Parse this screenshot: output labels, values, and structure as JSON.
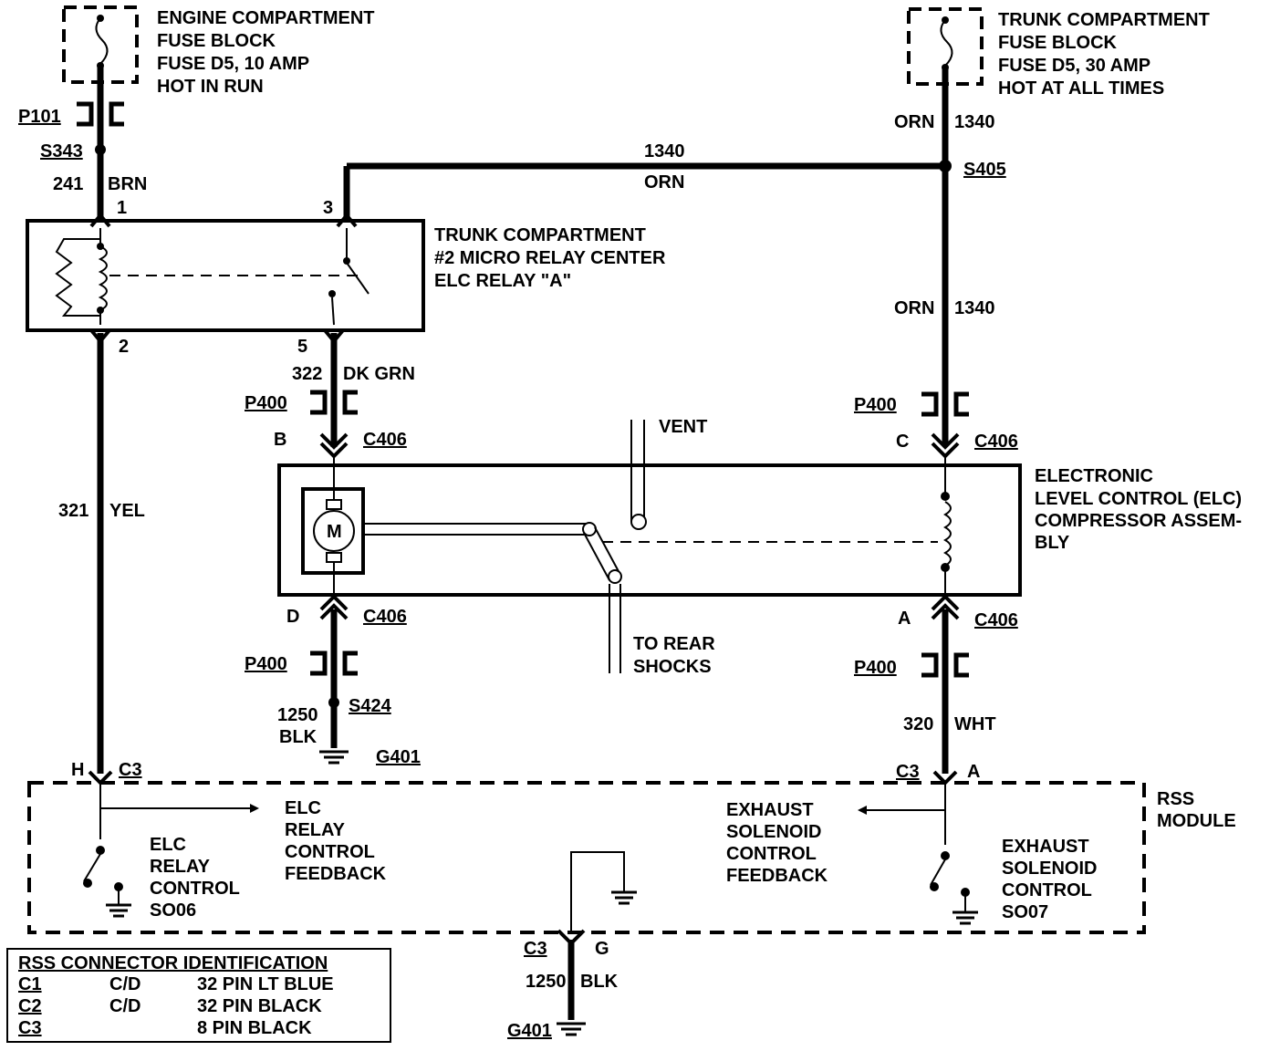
{
  "fuse_left": {
    "lines": [
      "ENGINE COMPARTMENT",
      "FUSE BLOCK",
      "FUSE D5, 10 AMP",
      "HOT IN RUN"
    ]
  },
  "fuse_right": {
    "lines": [
      "TRUNK COMPARTMENT",
      "FUSE BLOCK",
      "FUSE D5, 30 AMP",
      "HOT AT ALL TIMES"
    ]
  },
  "relay_center": {
    "lines": [
      "TRUNK COMPARTMENT",
      "#2 MICRO RELAY CENTER",
      "ELC  RELAY \"A\""
    ]
  },
  "compressor": {
    "lines": [
      "ELECTRONIC",
      "LEVEL CONTROL (ELC)",
      "COMPRESSOR ASSEM-",
      "BLY"
    ],
    "motor_label": "M",
    "vent": "VENT",
    "to_rear": [
      "TO REAR",
      "SHOCKS"
    ]
  },
  "rss_module": {
    "label": [
      "RSS",
      "MODULE"
    ],
    "left_control": [
      "ELC",
      "RELAY",
      "CONTROL",
      "SO06"
    ],
    "left_feedback": [
      "ELC",
      "RELAY",
      "CONTROL",
      "FEEDBACK"
    ],
    "right_feedback": [
      "EXHAUST",
      "SOLENOID",
      "CONTROL",
      "FEEDBACK"
    ],
    "right_control": [
      "EXHAUST",
      "SOLENOID",
      "CONTROL",
      "SO07"
    ]
  },
  "wire_labels": {
    "p101": "P101",
    "s343": "S343",
    "c241": "241",
    "brn": "BRN",
    "pin1": "1",
    "pin3": "3",
    "pin2": "2",
    "pin5": "5",
    "w1340_top": "1340",
    "orn_top": "ORN",
    "s405": "S405",
    "orn_r1": "ORN",
    "n1340_r1": "1340",
    "orn_r2": "ORN",
    "n1340_r2": "1340",
    "c322": "322",
    "dkgrn": "DK GRN",
    "p400_a": "P400",
    "p400_b": "P400",
    "p400_c": "P400",
    "p400_d": "P400",
    "pinB": "B",
    "pinC": "C",
    "pinD": "D",
    "pinA": "A",
    "c406_1": "C406",
    "c406_2": "C406",
    "c406_3": "C406",
    "c406_4": "C406",
    "c321": "321",
    "yel": "YEL",
    "s424": "S424",
    "c1250": "1250",
    "blk": "BLK",
    "g401_a": "G401",
    "c320": "320",
    "wht": "WHT",
    "pinH": "H",
    "c3_a": "C3",
    "c3_b": "C3",
    "pinA2": "A",
    "c3_c": "C3",
    "pinG": "G",
    "c1250b": "1250",
    "blk_b": "BLK",
    "g401_b": "G401"
  },
  "connector_table": {
    "title": "RSS CONNECTOR IDENTIFICATION",
    "rows": [
      {
        "id": "C1",
        "type": "C/D",
        "desc": "32 PIN LT BLUE"
      },
      {
        "id": "C2",
        "type": "C/D",
        "desc": "32 PIN BLACK"
      },
      {
        "id": "C3",
        "type": "",
        "desc": "8 PIN BLACK"
      }
    ]
  }
}
